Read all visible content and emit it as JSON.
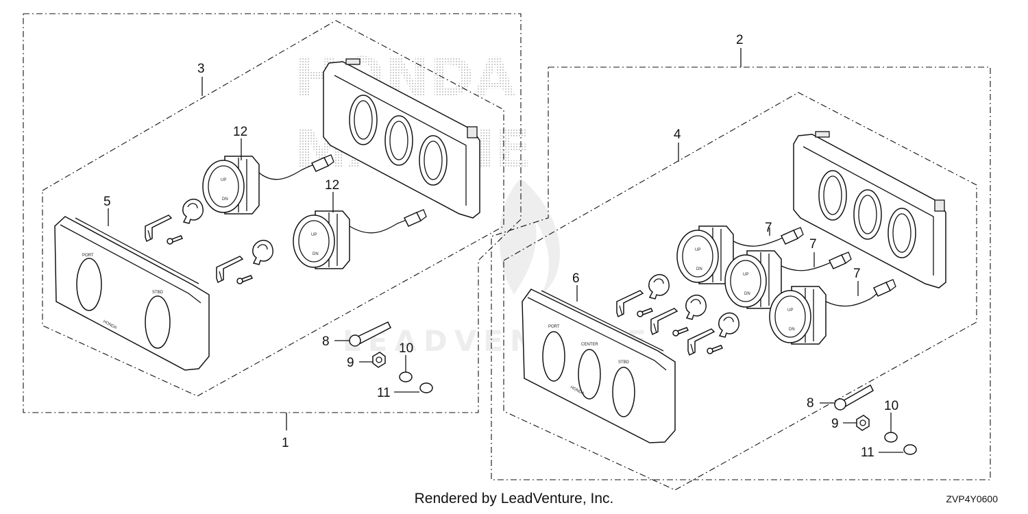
{
  "watermark": {
    "line1": "HONDA",
    "line2": "MARINE",
    "line3": "LEADVENTURE"
  },
  "callouts": {
    "c1": "1",
    "c2": "2",
    "c3": "3",
    "c4": "4",
    "c5": "5",
    "c6": "6",
    "c7a": "7",
    "c7b": "7",
    "c7c": "7",
    "c8a": "8",
    "c8b": "8",
    "c9a": "9",
    "c9b": "9",
    "c10a": "10",
    "c10b": "10",
    "c11a": "11",
    "c11b": "11",
    "c12a": "12",
    "c12b": "12"
  },
  "panel_labels": {
    "left_port": "PORT",
    "left_stbd": "STBD",
    "left_brand": "HONDA",
    "right_port": "PORT",
    "right_center": "CENTER",
    "right_stbd": "STBD",
    "right_brand": "HONDA",
    "switch_up": "UP",
    "switch_dn": "DN"
  },
  "footer": "Rendered by LeadVenture, Inc.",
  "diagram_code": "ZVP4Y0600"
}
